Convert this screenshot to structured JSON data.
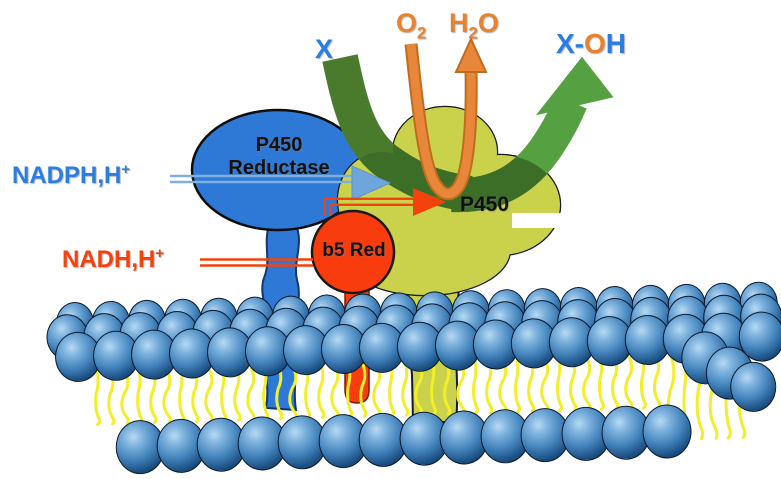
{
  "diagram": {
    "description": "Cytochrome P450 monooxygenase system anchored in a lipid bilayer membrane",
    "labels": {
      "nadph": {
        "base": "NADPH,H",
        "sup": "+"
      },
      "nadh": {
        "base": "NADH,H",
        "sup": "+"
      },
      "substrate": {
        "text": "X"
      },
      "o2": {
        "base": "O",
        "sub": "2"
      },
      "h2o": {
        "p1": "H",
        "sub": "2",
        "p2": "O"
      },
      "product": {
        "x_part": "X-",
        "o_part": "O",
        "h_part": "H"
      },
      "reductase": {
        "line1": "P450",
        "line2": "Reductase"
      },
      "p450": {
        "text": "P450"
      },
      "b5": {
        "text": "b5 Red"
      }
    },
    "proteins": [
      {
        "name": "P450 Reductase",
        "shape": "blue ellipse with membrane anchor"
      },
      {
        "name": "b5 Red",
        "shape": "red circle with membrane anchor"
      },
      {
        "name": "P450",
        "shape": "olive lobed blob with membrane anchor"
      }
    ],
    "arrows": [
      {
        "name": "substrate-path",
        "from": "X",
        "to": "X-OH",
        "color_key": "arrow_green_bright"
      },
      {
        "name": "oxygen-water-path",
        "from": "O2",
        "to": "H2O",
        "color_key": "arrow_orange"
      },
      {
        "name": "nadph-electron-path",
        "from": "NADPH,H+",
        "to": "P450",
        "color_key": "arrow_blue_light"
      },
      {
        "name": "nadh-electron-path",
        "from": "NADH,H+",
        "to": "P450",
        "color_key": "label_red"
      }
    ]
  },
  "colors": {
    "label_blue": "#2b7de0",
    "label_red": "#f4420e",
    "label_orange": "#e8822f",
    "protein_blue": "#2e79d6",
    "protein_olive": "#c9d24a",
    "protein_red": "#f83c0e",
    "arrow_green_dark": "#4a7b2d",
    "arrow_green_bright": "#55a041",
    "arrow_green_shade": "#3c6e28",
    "arrow_orange": "#e8863a",
    "arrow_orange_edge": "#bf6d1d",
    "arrow_blue_light": "#6ea5dc",
    "membrane_sphere": "#4484bc",
    "lipid_tail_yellow": "#f2ee2b"
  }
}
